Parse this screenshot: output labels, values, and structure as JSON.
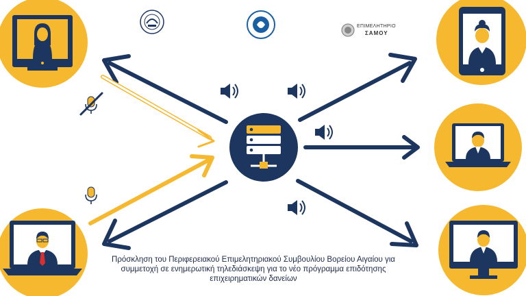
{
  "caption": {
    "line1": "Πρόσκληση του Περιφερειακού Επιμελητηριακού Συμβουλίου Βορείου Αιγαίου για",
    "line2": "συμμετοχή σε ενημερωτική τηλεδιάσκεψη για το νέο πρόγραμμα επιδότησης",
    "line3": "επιχειρηματικών δανείων"
  },
  "logos": {
    "samos_line1": "ΕΠΙΜΕΛΗΤΗΡΙΟ",
    "samos_line2": "ΣΑΜΟΥ"
  },
  "colors": {
    "accent_yellow": "#f5b82e",
    "navy": "#1d3660",
    "white": "#ffffff"
  },
  "icons": [
    "video-call-participant-icon",
    "server-icon",
    "speaker-icon",
    "microphone-icon",
    "muted-microphone-icon",
    "arrow-icon"
  ]
}
